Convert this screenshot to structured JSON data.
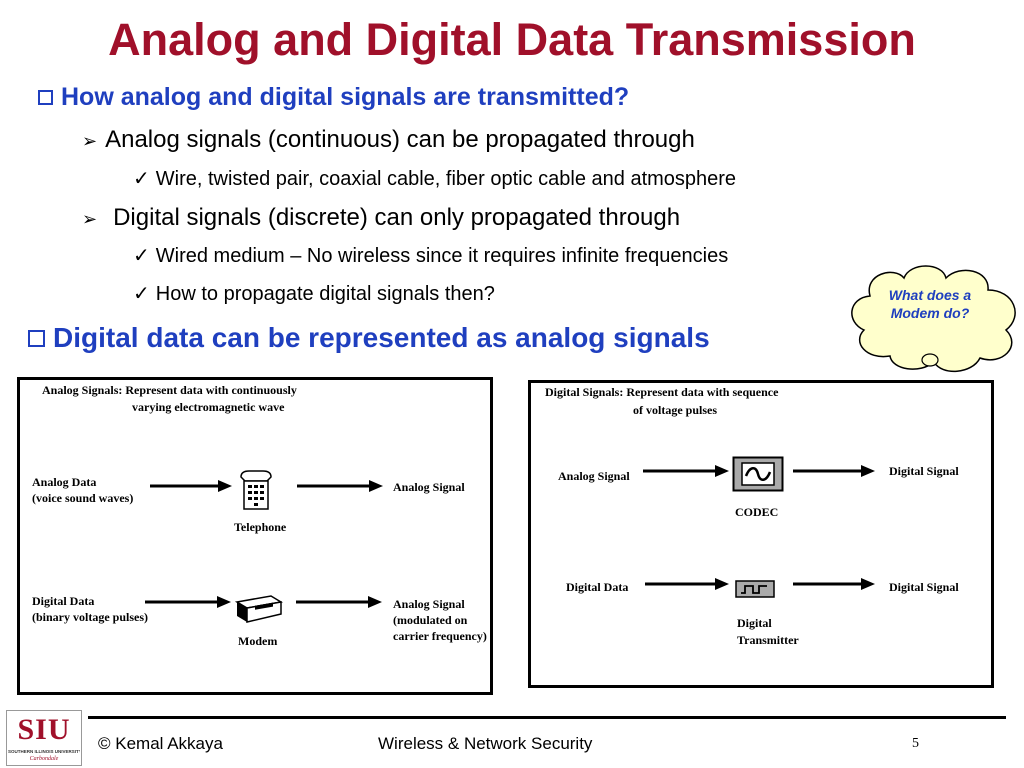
{
  "slide": {
    "title": "Analog and Digital Data Transmission",
    "bullet1": "How analog and digital signals are transmitted?",
    "sub1": "Analog signals (continuous) can be propagated through",
    "sub1_item1": "Wire, twisted pair, coaxial cable, fiber optic cable and atmosphere",
    "sub2": "Digital signals (discrete) can only propagated through",
    "sub2_item1": "Wired medium – No wireless since it requires infinite frequencies",
    "sub2_item2": "How to propagate digital signals then?",
    "bullet2": "Digital data can be represented as analog signals",
    "callout_text": "What does a Modem do?",
    "callout_mark": "?"
  },
  "diagram_left": {
    "heading_line1": "Analog Signals: Represent data with continuously",
    "heading_line2": "varying electromagnetic wave",
    "row1_input_line1": "Analog Data",
    "row1_input_line2": "(voice sound waves)",
    "row1_device": "Telephone",
    "row1_output": "Analog Signal",
    "row2_input_line1": "Digital Data",
    "row2_input_line2": "(binary voltage pulses)",
    "row2_device": "Modem",
    "row2_output_line1": "Analog Signal",
    "row2_output_line2": "(modulated on",
    "row2_output_line3": "carrier frequency)"
  },
  "diagram_right": {
    "heading_line1": "Digital Signals: Represent data with sequence",
    "heading_line2": "of voltage pulses",
    "row1_input": "Analog Signal",
    "row1_device": "CODEC",
    "row1_output": "Digital Signal",
    "row2_input": "Digital Data",
    "row2_device_line1": "Digital",
    "row2_device_line2": "Transmitter",
    "row2_output": "Digital Signal"
  },
  "footer": {
    "logo_text": "SIU",
    "logo_sub": "SOUTHERN ILLINOIS UNIVERSITY",
    "logo_sub2": "Carbondale",
    "author": "© Kemal Akkaya",
    "course": "Wireless & Network Security",
    "page": "5"
  },
  "colors": {
    "title": "#a0102a",
    "accent": "#1f3fbf",
    "callout_fill": "#ffffcc"
  },
  "icons": [
    "checkbox-bullet-icon",
    "arrowhead-bullet-icon",
    "checkmark-icon",
    "telephone-icon",
    "modem-icon",
    "codec-icon",
    "digital-transmitter-icon",
    "cloud-callout",
    "siu-logo"
  ]
}
